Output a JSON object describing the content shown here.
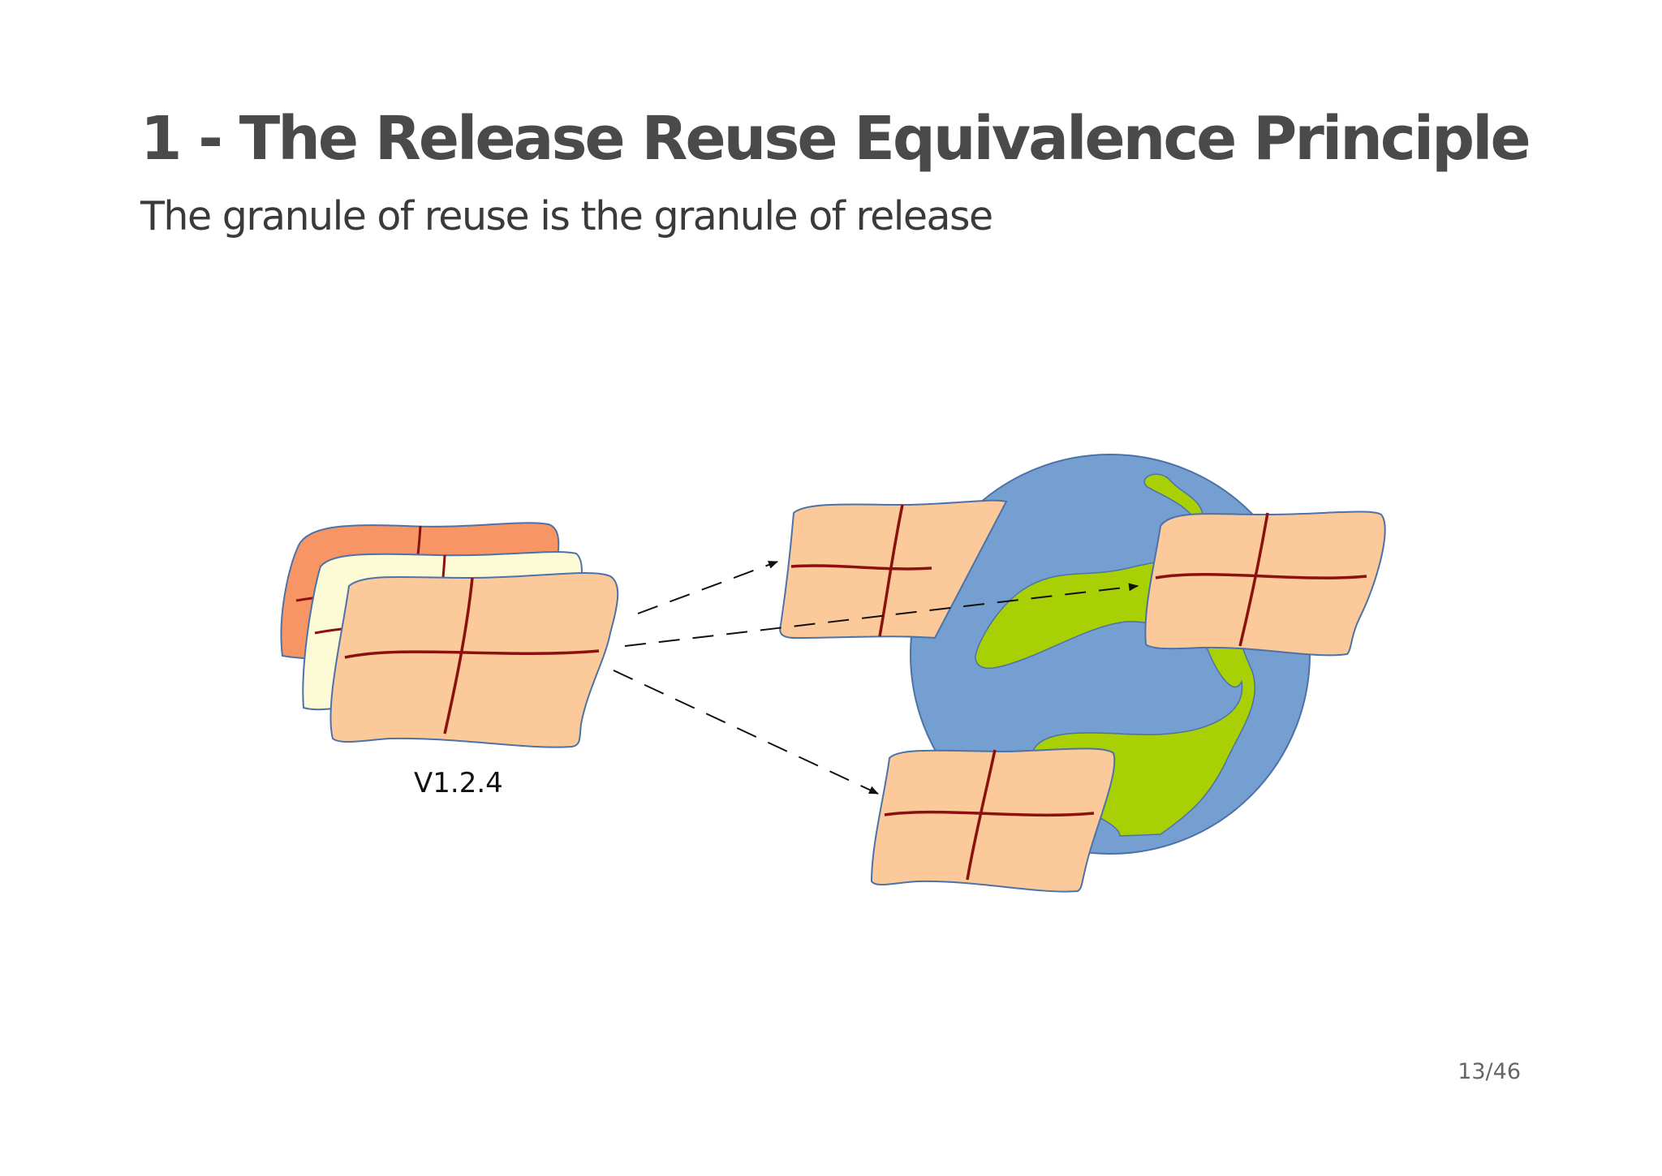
{
  "slide": {
    "title": "1 - The Release Reuse Equivalence Principle",
    "subtitle": "The granule of reuse is the granule of release",
    "page_number": "13/46"
  },
  "diagram": {
    "version_label": "V1.2.4",
    "colors": {
      "package_fill": "#fbc99a",
      "package_back_fill": "#f79565",
      "package_middle_fill": "#fdfbd6",
      "package_outline": "#4c72a8",
      "grid_line": "#8b1010",
      "globe_ocean": "#759fd0",
      "globe_land": "#a9cf05",
      "arrow": "#111111"
    },
    "icons": [
      "package-stack",
      "package",
      "globe",
      "dashed-arrow"
    ]
  }
}
